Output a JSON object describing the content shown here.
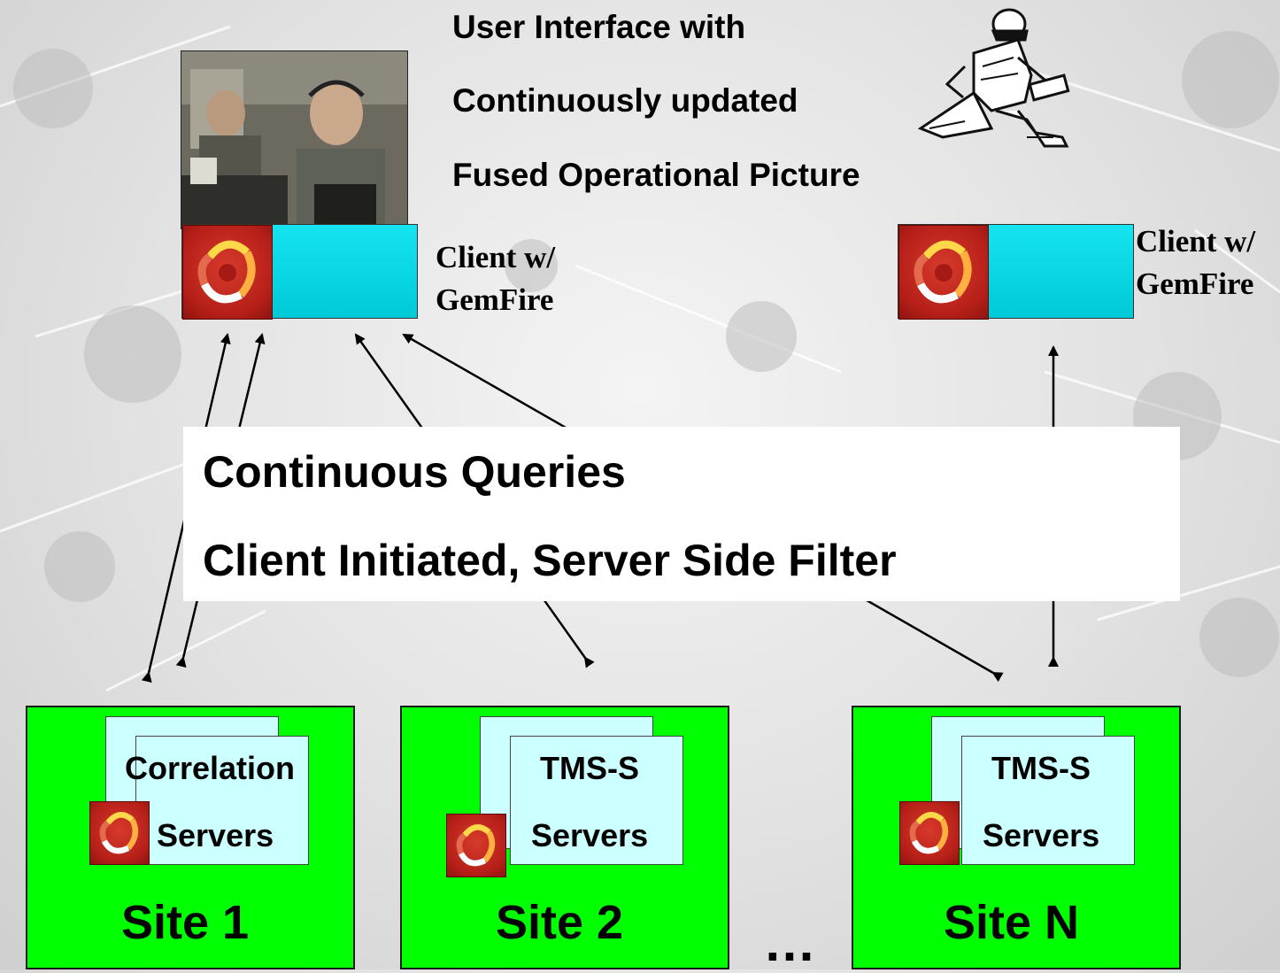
{
  "header": {
    "line1": "User Interface with",
    "line2": "Continuously updated",
    "line3": "Fused Operational Picture"
  },
  "clients": [
    {
      "label_line1": "Client w/",
      "label_line2": "GemFire"
    },
    {
      "label_line1": "Client w/",
      "label_line2": "GemFire"
    }
  ],
  "banner": {
    "line1": "Continuous Queries",
    "line2": "Client Initiated, Server Side Filter"
  },
  "sites": [
    {
      "server_line1": "Correlation",
      "server_line2": "Servers",
      "label": "Site 1"
    },
    {
      "server_line1": "TMS-S",
      "server_line2": "Servers",
      "label": "Site 2"
    },
    {
      "server_line1": "TMS-S",
      "server_line2": "Servers",
      "label": "Site N"
    }
  ],
  "ellipsis": "…",
  "icons": {
    "photo": "operators-at-console-photo",
    "soldier": "kneeling-soldier-with-laptop-icon",
    "gemfire_logo": "gemfire-swirl-logo-icon"
  },
  "colors": {
    "site_fill": "#00ff00",
    "server_fill": "#ccffff",
    "client_fill": "#00d6e2",
    "logo_red": "#c0281e"
  }
}
